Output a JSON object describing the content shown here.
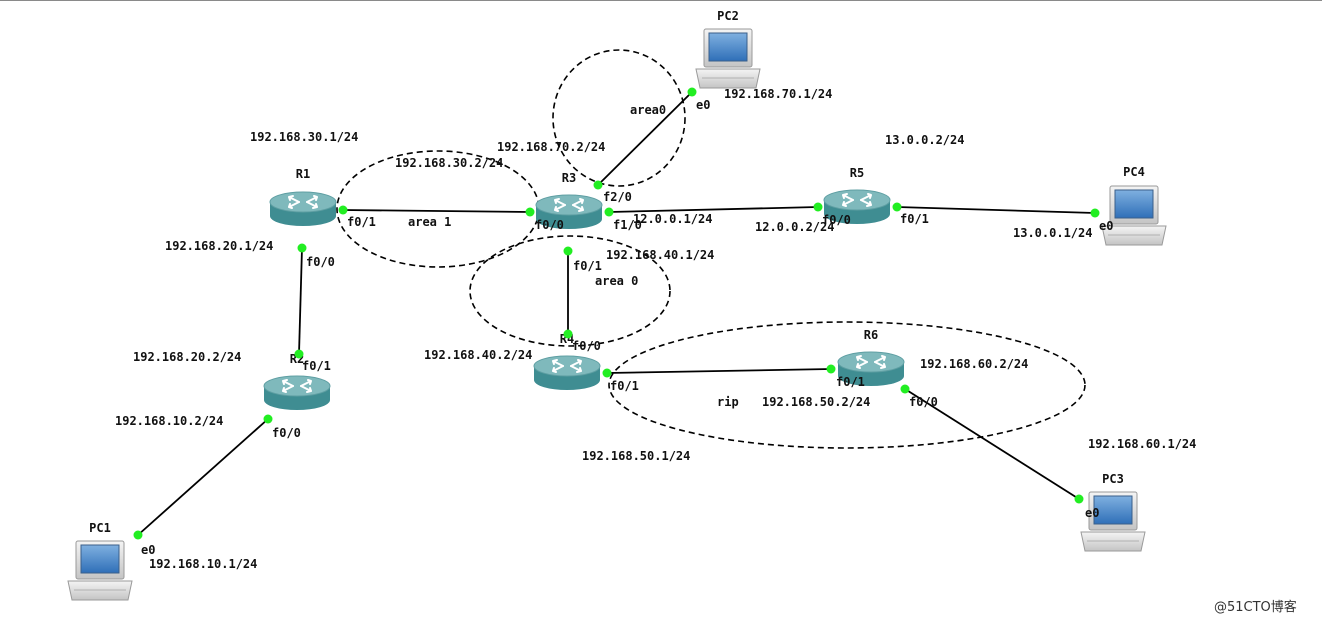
{
  "devices": [
    {
      "id": "R1",
      "label": "R1",
      "type": "router"
    },
    {
      "id": "R2",
      "label": "R2",
      "type": "router"
    },
    {
      "id": "R3",
      "label": "R3",
      "type": "router"
    },
    {
      "id": "R4",
      "label": "R4",
      "type": "router"
    },
    {
      "id": "R5",
      "label": "R5",
      "type": "router"
    },
    {
      "id": "R6",
      "label": "R6",
      "type": "router"
    },
    {
      "id": "PC1",
      "label": "PC1",
      "type": "pc"
    },
    {
      "id": "PC2",
      "label": "PC2",
      "type": "pc"
    },
    {
      "id": "PC3",
      "label": "PC3",
      "type": "pc"
    },
    {
      "id": "PC4",
      "label": "PC4",
      "type": "pc"
    }
  ],
  "links": [
    {
      "id": "r1-r3",
      "from": "R1",
      "to": "R3",
      "from_port": "f0/1",
      "to_port": "f0/0"
    },
    {
      "id": "r1-r2",
      "from": "R1",
      "to": "R2",
      "from_port": "f0/0",
      "to_port": "f0/1"
    },
    {
      "id": "r2-pc1",
      "from": "R2",
      "to": "PC1",
      "from_port": "f0/0",
      "to_port": "e0"
    },
    {
      "id": "r3-pc2",
      "from": "R3",
      "to": "PC2",
      "from_port": "f2/0",
      "to_port": "e0"
    },
    {
      "id": "r3-r5",
      "from": "R3",
      "to": "R5",
      "from_port": "f1/0",
      "to_port": "f0/0"
    },
    {
      "id": "r3-r4",
      "from": "R3",
      "to": "R4",
      "from_port": "f0/1",
      "to_port": "f0/0"
    },
    {
      "id": "r5-pc4",
      "from": "R5",
      "to": "PC4",
      "from_port": "f0/1",
      "to_port": "e0"
    },
    {
      "id": "r4-r6",
      "from": "R4",
      "to": "R6",
      "from_port": "f0/1",
      "to_port": "f0/1"
    },
    {
      "id": "r6-pc3",
      "from": "R6",
      "to": "PC3",
      "from_port": "f0/0",
      "to_port": "e0"
    }
  ],
  "areas": [
    {
      "id": "area0-top",
      "label": "area0"
    },
    {
      "id": "area1",
      "label": "area 1"
    },
    {
      "id": "area0-mid",
      "label": "area 0"
    },
    {
      "id": "rip",
      "label": "rip"
    }
  ],
  "ip_labels": [
    {
      "id": "ip-r1-30",
      "text": "192.168.30.1/24"
    },
    {
      "id": "ip-r3-30",
      "text": "192.168.30.2/24"
    },
    {
      "id": "ip-r3-70",
      "text": "192.168.70.2/24"
    },
    {
      "id": "ip-pc2-70",
      "text": "192.168.70.1/24"
    },
    {
      "id": "ip-pc4-13-2",
      "text": "13.0.0.2/24"
    },
    {
      "id": "ip-r1-20",
      "text": "192.168.20.1/24"
    },
    {
      "id": "ip-r3-12",
      "text": "12.0.0.1/24"
    },
    {
      "id": "ip-r5-12",
      "text": "12.0.0.2/24"
    },
    {
      "id": "ip-pc4-13-1",
      "text": "13.0.0.1/24"
    },
    {
      "id": "ip-r3-40",
      "text": "192.168.40.1/24"
    },
    {
      "id": "ip-r2-20",
      "text": "192.168.20.2/24"
    },
    {
      "id": "ip-r4-40",
      "text": "192.168.40.2/24"
    },
    {
      "id": "ip-r6-60",
      "text": "192.168.60.2/24"
    },
    {
      "id": "ip-r2-10",
      "text": "192.168.10.2/24"
    },
    {
      "id": "ip-r6-50",
      "text": "192.168.50.2/24"
    },
    {
      "id": "ip-pc3-60",
      "text": "192.168.60.1/24"
    },
    {
      "id": "ip-r4-50",
      "text": "192.168.50.1/24"
    },
    {
      "id": "ip-pc1-10",
      "text": "192.168.10.1/24"
    }
  ],
  "watermark": "@51CTO博客",
  "colors": {
    "router_body": "#3f8d92",
    "router_top": "#7fb9bc",
    "link": "#000000",
    "port_dot": "#22ee22",
    "area_border": "#000000"
  }
}
